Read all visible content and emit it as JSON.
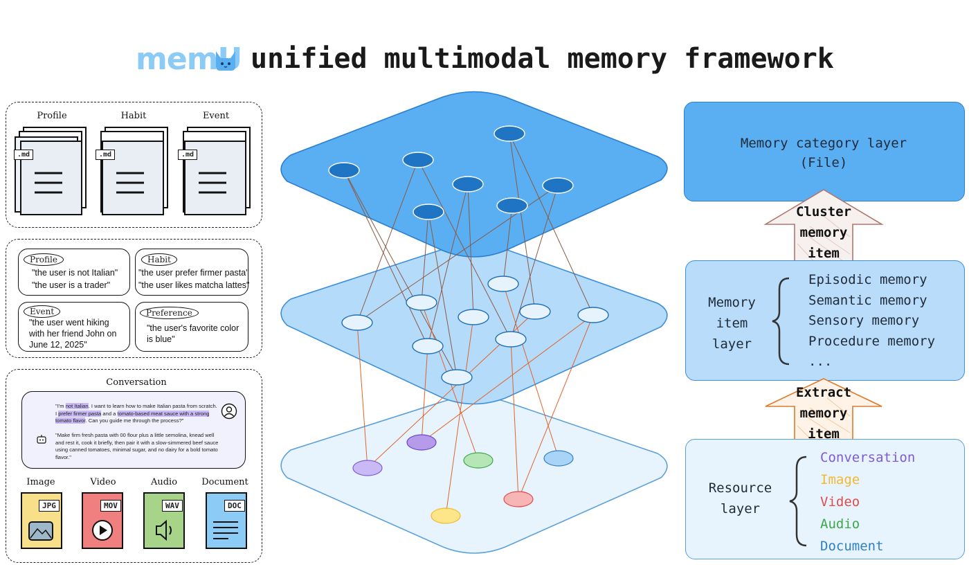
{
  "header": {
    "logo_text": "memU",
    "title": "unified multimodal memory framework"
  },
  "category_files": {
    "items": [
      {
        "label": "Profile",
        "ext": ".md"
      },
      {
        "label": "Habit",
        "ext": ".md"
      },
      {
        "label": "Event",
        "ext": ".md"
      }
    ]
  },
  "memory_items": {
    "cards": [
      {
        "tag": "Profile",
        "lines": [
          "\"the user is not Italian\"",
          "\"the user is a trader\""
        ]
      },
      {
        "tag": "Habit",
        "lines": [
          "\"the user prefer firmer pasta\"",
          "\"the user likes matcha lattes\""
        ]
      },
      {
        "tag": "Event",
        "lines": [
          "\"the user went hiking",
          "with her friend John on",
          "June 12, 2025\""
        ]
      },
      {
        "tag": "Preference",
        "lines": [
          "\"the user's favorite color",
          "is blue\""
        ]
      }
    ]
  },
  "resources": {
    "conversation_label": "Conversation",
    "user_message": {
      "p1": "\"I'm ",
      "h1": "not Italian",
      "p2": ". I want to learn how to make Italian pasta from scratch. I ",
      "h2": "prefer firmer pasta",
      "p3": " and a ",
      "h3": "tomato-based meat sauce with a strong tomato flavor",
      "p4": ". Can you guide me through the process?\""
    },
    "assistant_message": "\"Make firm fresh pasta with 00 flour plus a little semolina, knead well and rest it, cook it briefly, then pair it with a slow-simmered beef sauce using canned tomatoes, minimal sugar, and no dairy for a bold tomato flavor.\"",
    "files": [
      {
        "label": "Image",
        "ext": "JPG",
        "color": "#f8e08a",
        "icon": "image-icon"
      },
      {
        "label": "Video",
        "ext": "MOV",
        "color": "#f08080",
        "icon": "play-icon"
      },
      {
        "label": "Audio",
        "ext": "WAV",
        "color": "#a8d48a",
        "icon": "speaker-icon"
      },
      {
        "label": "Document",
        "ext": "DOC",
        "color": "#8ccbf5",
        "icon": "text-lines-icon"
      }
    ]
  },
  "layers": {
    "category": {
      "title_l1": "Memory category layer",
      "title_l2": "(File)",
      "color": "#5aaef2"
    },
    "cluster_arrow": {
      "l1": "Cluster",
      "l2": "memory",
      "l3": "item"
    },
    "item_layer": {
      "title": [
        "Memory",
        "item",
        "layer"
      ],
      "types": [
        "Episodic memory",
        "Semantic memory",
        "Sensory memory",
        "Procedure memory",
        "..."
      ],
      "color": "#b8dcfa"
    },
    "extract_arrow": {
      "l1": "Extract",
      "l2": "memory",
      "l3": "item"
    },
    "resource_layer": {
      "title": [
        "Resource",
        "layer"
      ],
      "types": [
        {
          "label": "Conversation",
          "color": "#7e5bd6"
        },
        {
          "label": "Image",
          "color": "#f2b92f"
        },
        {
          "label": "Video",
          "color": "#e04a4a"
        },
        {
          "label": "Audio",
          "color": "#3fa64a"
        },
        {
          "label": "Document",
          "color": "#2f7fc4"
        }
      ],
      "color": "#e8f4fd"
    }
  },
  "colors": {
    "top_plane": "#5aaef2",
    "mid_plane": "#b5dbfa",
    "bottom_plane": "#e8f4fd",
    "top_nodes": "#1f74c4",
    "mid_nodes": "#e6f3fc",
    "link_top": "#8a5a44",
    "link_bottom": "#e0622a"
  }
}
